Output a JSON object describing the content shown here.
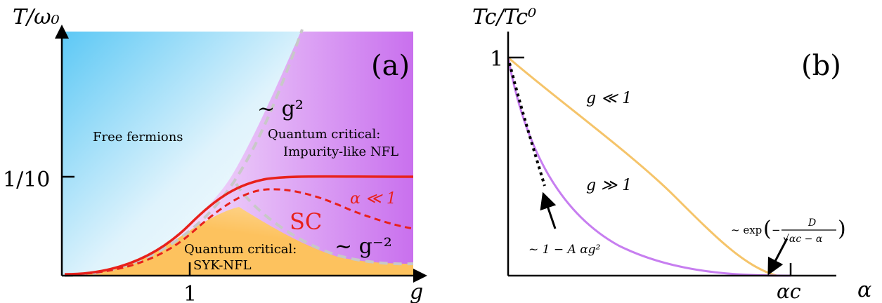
{
  "panel_a": {
    "tag": "(a)",
    "y_axis_label": "T/ω₀",
    "x_axis_label": "g",
    "y_tick": "1/10",
    "x_tick": "1",
    "regions": {
      "free_fermions": "Free fermions",
      "qc_impurity_line1": "Quantum critical:",
      "qc_impurity_line2": "Impurity-like NFL",
      "qc_syk_line1": "Quantum critical:",
      "qc_syk_line2": "SYK-NFL",
      "sc": "SC"
    },
    "annotations": {
      "g_squared": "~ g²",
      "g_minus_two": "~ g⁻²",
      "alpha_small": "α ≪ 1"
    },
    "colors": {
      "blue": "#5cc8f5",
      "violet": "#c970ee",
      "orange": "#fdc25e",
      "sc_line": "#e8211b",
      "crossover": "#c8c8c8"
    }
  },
  "panel_b": {
    "tag": "(b)",
    "y_axis_label": "Tc/Tc⁰",
    "x_axis_label": "α",
    "y_tick": "1",
    "x_tick": "αc",
    "curves": {
      "weak": "g ≪ 1",
      "strong": "g ≫ 1"
    },
    "annotations": {
      "linear": "~ 1 − A αg²",
      "exp_prefix": "~ exp",
      "exp_num": "D",
      "exp_den": "√αc − α"
    },
    "colors": {
      "weak": "#f5c46a",
      "strong": "#c77ef0"
    }
  }
}
